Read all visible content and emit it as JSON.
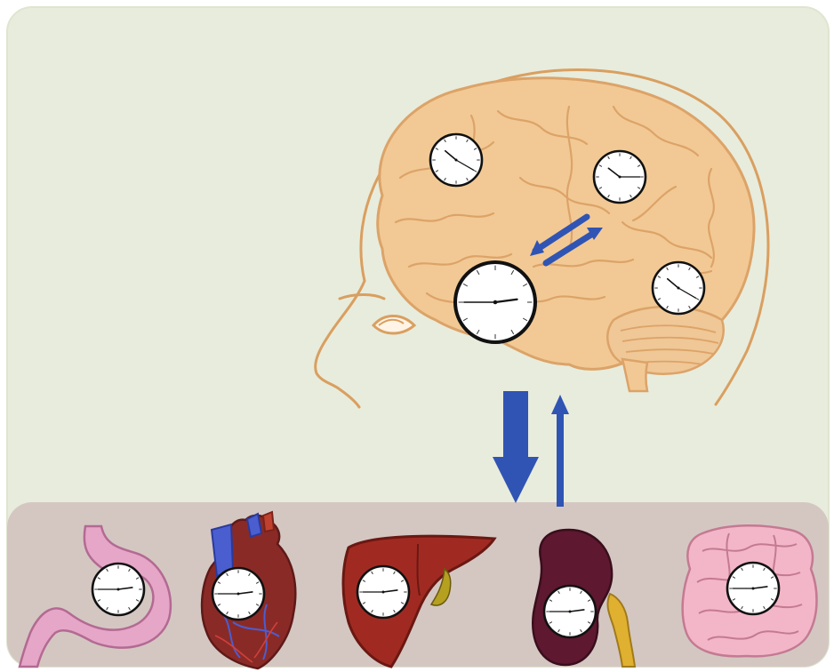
{
  "figure": {
    "panels": [
      "brain",
      "peripheral-organs"
    ],
    "central_clocks": [
      {
        "name": "brain-clock-frontal",
        "hour": 10,
        "minute": 20
      },
      {
        "name": "brain-clock-parietal",
        "hour": 10,
        "minute": 15
      },
      {
        "name": "brain-clock-master",
        "hour": 2,
        "minute": 45
      },
      {
        "name": "brain-clock-occipital",
        "hour": 10,
        "minute": 20
      }
    ],
    "peripheral_organs": [
      {
        "name": "stomach",
        "clock_hour": 2,
        "clock_minute": 45
      },
      {
        "name": "heart",
        "clock_hour": 2,
        "clock_minute": 45
      },
      {
        "name": "liver",
        "clock_hour": 2,
        "clock_minute": 45
      },
      {
        "name": "kidney",
        "clock_hour": 2,
        "clock_minute": 45
      },
      {
        "name": "intestine",
        "clock_hour": 2,
        "clock_minute": 45
      }
    ],
    "arrows": [
      {
        "name": "brain-internal-arrows",
        "direction": "bidirectional"
      },
      {
        "name": "brain-to-periphery-arrow",
        "direction": "down",
        "weight": "thick"
      },
      {
        "name": "periphery-to-brain-arrow",
        "direction": "up",
        "weight": "thin"
      }
    ],
    "colors": {
      "background": "#e8ecdc",
      "organ_band": "#d4c7c2",
      "brain_fill": "#f2c994",
      "brain_line": "#dca368",
      "head_outline": "#d99f60",
      "arrow": "#3054b4",
      "clock_face": "#ffffff",
      "clock_rim": "#111111",
      "stomach": "#e6a6c8",
      "heart": "#8a2a27",
      "heart_vessel": "#4a5ed0",
      "liver": "#a02a22",
      "kidney": "#5e1830",
      "ureter": "#e0b030",
      "intestine": "#f3b6c8"
    }
  }
}
